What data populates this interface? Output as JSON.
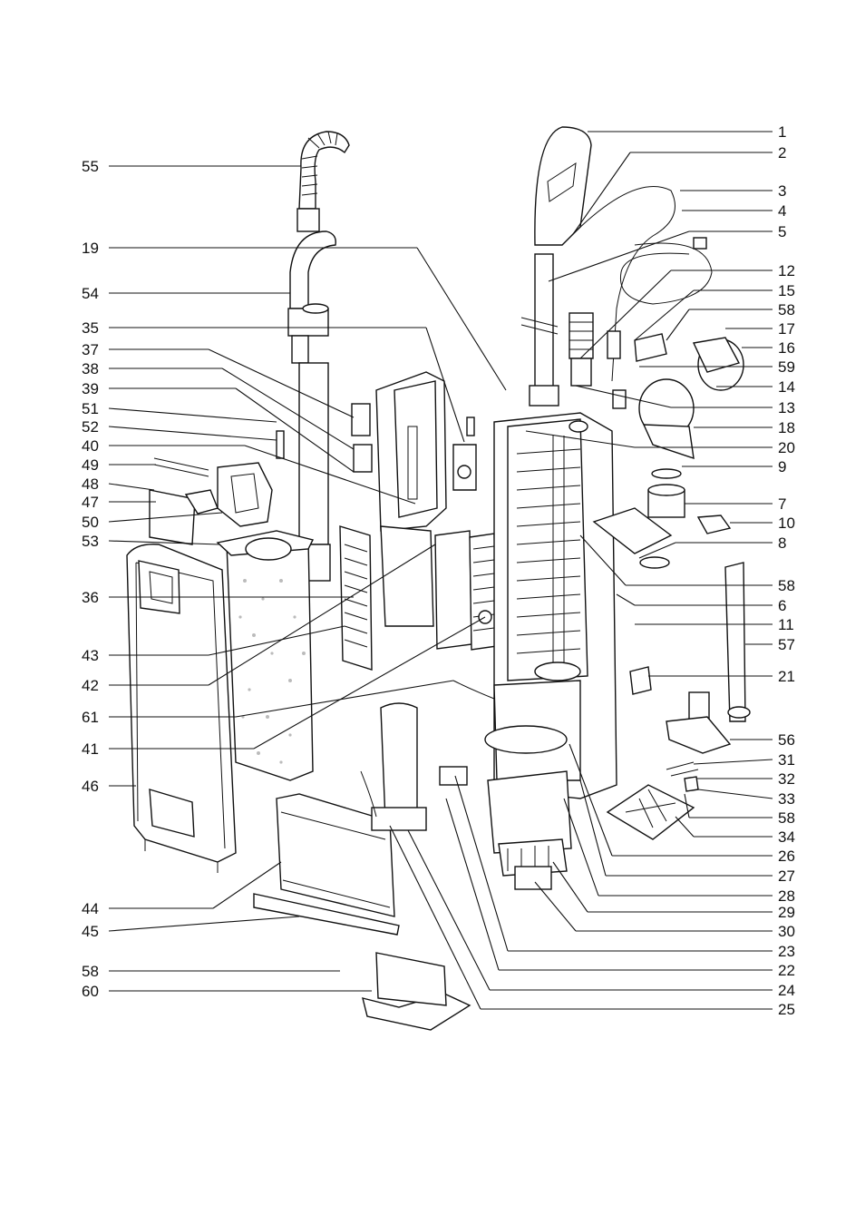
{
  "labels_left": [
    "55",
    "19",
    "54",
    "35",
    "37",
    "38",
    "39",
    "51",
    "52",
    "40",
    "49",
    "48",
    "47",
    "50",
    "53",
    "36",
    "43",
    "42",
    "61",
    "41",
    "46",
    "44",
    "45",
    "58",
    "60"
  ],
  "labels_right": [
    "1",
    "2",
    "3",
    "4",
    "5",
    "12",
    "15",
    "58",
    "17",
    "16",
    "59",
    "14",
    "13",
    "18",
    "20",
    "9",
    "7",
    "10",
    "8",
    "58",
    "6",
    "11",
    "57",
    "21",
    "56",
    "31",
    "32",
    "33",
    "58",
    "34",
    "26",
    "27",
    "28",
    "29",
    "30",
    "23",
    "22",
    "24",
    "25"
  ]
}
